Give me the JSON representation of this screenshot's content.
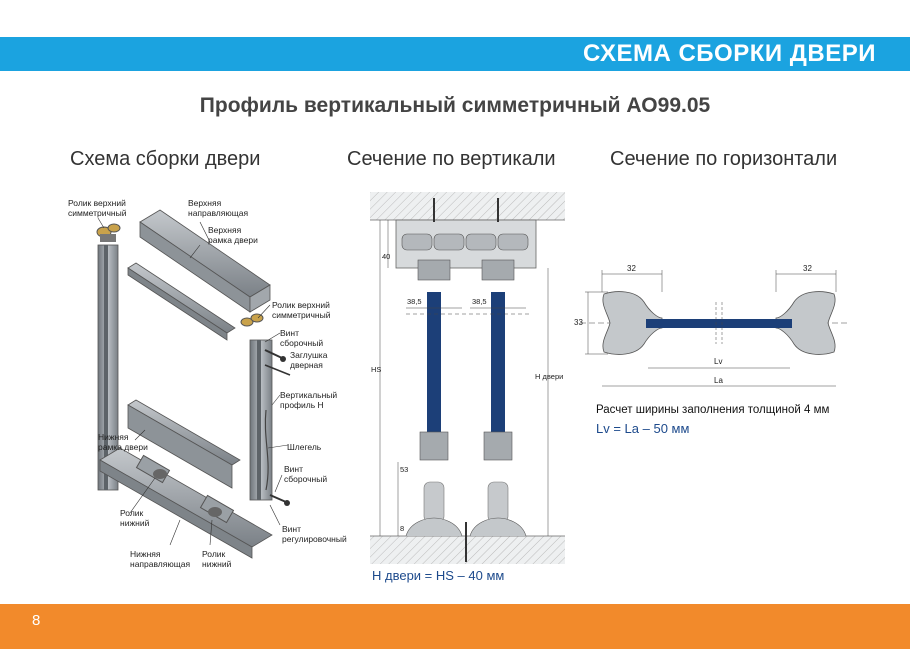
{
  "header": {
    "title": "СХЕМА СБОРКИ ДВЕРИ"
  },
  "subtitle": "Профиль  вертикальный симметричный  АО99.05",
  "columns": {
    "assembly": "Схема сборки двери",
    "vertical": "Сечение по вертикали",
    "horizontal": "Сечение по горизонтали"
  },
  "assembly_labels": {
    "top_roller_left": "Ролик верхний\nсимметричный",
    "top_rail": "Верхняя\nнаправляющая",
    "top_frame": "Верхняя\nрамка двери",
    "top_roller_right": "Ролик верхний\nсимметричный",
    "assembly_screw_top": "Винт\nсборочный",
    "door_plug": "Заглушка\nдверная",
    "vertical_profile": "Вертикальный\nпрофиль Н",
    "bottom_frame": "Нижняя\nрамка двери",
    "brush_seal": "Шлегель",
    "assembly_screw_bottom": "Винт\nсборочный",
    "bottom_roller": "Ролик\nнижний",
    "adjusting_screw": "Винт\nрегулировочный",
    "bottom_rail": "Нижняя\nнаправляющая",
    "bottom_roller_2": "Ролик\nнижний"
  },
  "vertical_section": {
    "dim_top": "40",
    "dim_hs": "HS",
    "dim_h": "H двери",
    "dim_left_width": "38,5",
    "dim_right_width": "38,5",
    "dim_53": "53",
    "dim_8": "8",
    "formula": "H двери = HS – 40 мм"
  },
  "horizontal_section": {
    "dim_left": "32",
    "dim_right": "32",
    "dim_height": "33",
    "dim_lv": "Lv",
    "dim_la": "La",
    "calc_title": "Расчет ширины заполнения толщиной 4 мм",
    "formula": "Lv = La – 50 мм"
  },
  "footer": {
    "page_number": "8"
  },
  "colors": {
    "header": "#1ba3e0",
    "footer": "#f28a2b",
    "formula": "#1d4a8c",
    "glass": "#1c3f78",
    "profile": "#8a9096"
  }
}
